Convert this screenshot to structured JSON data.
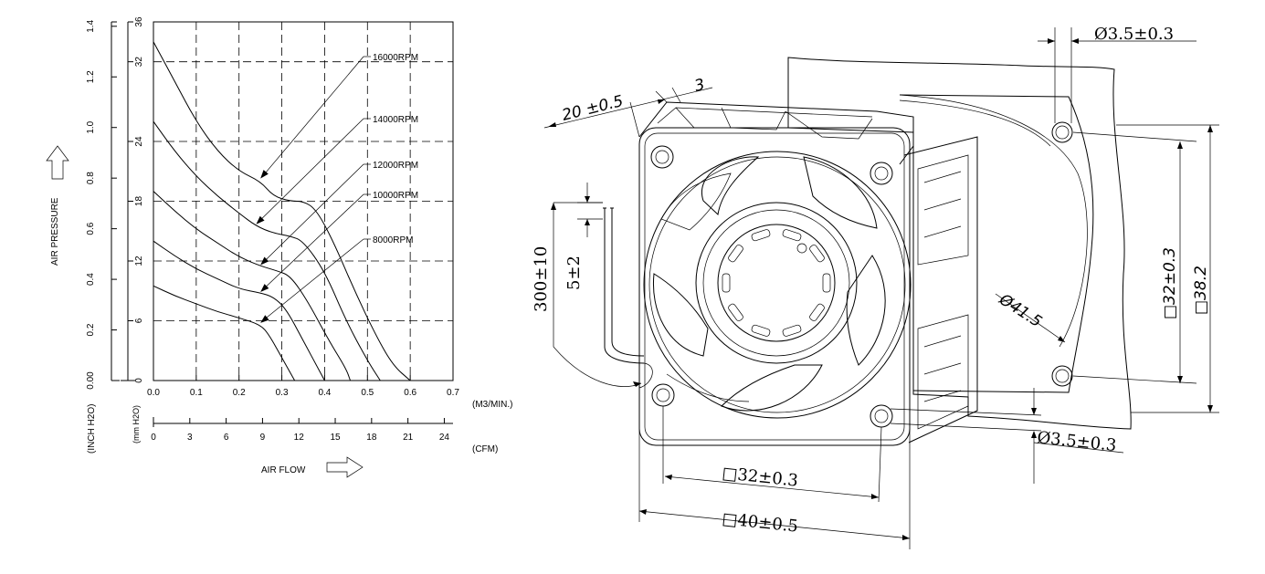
{
  "chart_data": {
    "type": "line",
    "y_label": "AIR PRESSURE",
    "x_label": "AIR FLOW",
    "y_unit_inch": "(INCH H2O)",
    "y_unit_mm": "(mm H2O)",
    "x_unit_m3": "(M3/MIN.)",
    "x_unit_cfm": "(CFM)",
    "y_ticks_inch": [
      "0.00",
      "0.2",
      "0.4",
      "0.6",
      "0.8",
      "1.0",
      "1.2",
      "1.4"
    ],
    "y_ticks_mm": [
      "0",
      "6",
      "12",
      "18",
      "24",
      "32",
      "36"
    ],
    "x_ticks_m3": [
      "0.0",
      "0.1",
      "0.2",
      "0.3",
      "0.4",
      "0.5",
      "0.6",
      "0.7"
    ],
    "x_ticks_cfm": [
      "0",
      "3",
      "6",
      "9",
      "12",
      "15",
      "18",
      "21",
      "24"
    ],
    "xlim": [
      0,
      0.7
    ],
    "ylim_mm": [
      0,
      36
    ],
    "grid": true,
    "series": [
      {
        "name": "16000RPM",
        "points": [
          [
            0.0,
            34.0
          ],
          [
            0.05,
            30.0
          ],
          [
            0.1,
            26.0
          ],
          [
            0.15,
            23.0
          ],
          [
            0.2,
            21.0
          ],
          [
            0.25,
            20.0
          ],
          [
            0.28,
            18.5
          ],
          [
            0.32,
            18.0
          ],
          [
            0.35,
            18.0
          ],
          [
            0.38,
            17.2
          ],
          [
            0.42,
            14.0
          ],
          [
            0.47,
            9.0
          ],
          [
            0.52,
            4.5
          ],
          [
            0.56,
            1.5
          ],
          [
            0.6,
            0.0
          ]
        ]
      },
      {
        "name": "14000RPM",
        "points": [
          [
            0.0,
            26.0
          ],
          [
            0.05,
            23.0
          ],
          [
            0.1,
            20.5
          ],
          [
            0.15,
            18.5
          ],
          [
            0.2,
            16.8
          ],
          [
            0.24,
            15.5
          ],
          [
            0.28,
            14.8
          ],
          [
            0.32,
            14.5
          ],
          [
            0.35,
            14.0
          ],
          [
            0.4,
            11.0
          ],
          [
            0.45,
            6.0
          ],
          [
            0.5,
            2.0
          ],
          [
            0.53,
            0.0
          ]
        ]
      },
      {
        "name": "12000RPM",
        "points": [
          [
            0.0,
            19.0
          ],
          [
            0.05,
            17.0
          ],
          [
            0.1,
            15.2
          ],
          [
            0.15,
            13.8
          ],
          [
            0.2,
            12.4
          ],
          [
            0.25,
            11.5
          ],
          [
            0.29,
            11.0
          ],
          [
            0.32,
            10.5
          ],
          [
            0.36,
            8.0
          ],
          [
            0.41,
            4.0
          ],
          [
            0.45,
            1.2
          ],
          [
            0.46,
            0.0
          ]
        ]
      },
      {
        "name": "10000RPM",
        "points": [
          [
            0.0,
            14.0
          ],
          [
            0.05,
            12.5
          ],
          [
            0.1,
            11.2
          ],
          [
            0.15,
            10.2
          ],
          [
            0.2,
            9.2
          ],
          [
            0.25,
            8.8
          ],
          [
            0.28,
            8.4
          ],
          [
            0.31,
            7.2
          ],
          [
            0.35,
            4.0
          ],
          [
            0.39,
            0.8
          ],
          [
            0.4,
            0.0
          ]
        ]
      },
      {
        "name": "8000RPM",
        "points": [
          [
            0.0,
            9.5
          ],
          [
            0.05,
            8.5
          ],
          [
            0.1,
            7.7
          ],
          [
            0.15,
            6.9
          ],
          [
            0.2,
            6.3
          ],
          [
            0.25,
            5.6
          ],
          [
            0.27,
            4.6
          ],
          [
            0.3,
            2.3
          ],
          [
            0.33,
            0.0
          ]
        ]
      }
    ]
  },
  "drawing": {
    "dim_hole_top": "Ø3.5±0.3",
    "dim_depth": "20 ±0.5",
    "dim_flange": "3",
    "dim_lead": "300±10",
    "dim_strip": "5±2",
    "dim_bore": "Ø41.5",
    "dim_side_32": "□32±0.3",
    "dim_side_382": "□38.2",
    "dim_hole_bottom": "Ø3.5±0.3",
    "dim_bottom_32": "□32±0.3",
    "dim_bottom_40": "□40±0.5"
  }
}
